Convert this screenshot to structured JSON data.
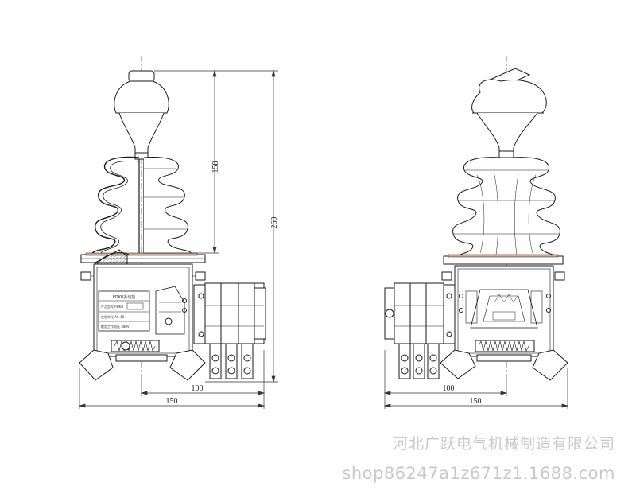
{
  "dimensions": {
    "left_height_lever": "158",
    "left_height_total": "260",
    "left_width_inner": "100",
    "left_width_total": "150",
    "right_width_inner": "100",
    "right_width_total": "150"
  },
  "nameplate": {
    "title": "PDKB多动能",
    "line1": "产品型号 PDKB",
    "line2": "使用单位 AC-15",
    "line3": "额定工作电压 380V"
  },
  "watermark": {
    "company": "河北广跃电气机械制造有限公司",
    "shop": "shop86247a1z671z1.1688.com"
  },
  "colors": {
    "line": "#1a1a1a",
    "dimension": "#333333",
    "watermark": "#c9c9c9",
    "gasket": "#d9a78f"
  }
}
